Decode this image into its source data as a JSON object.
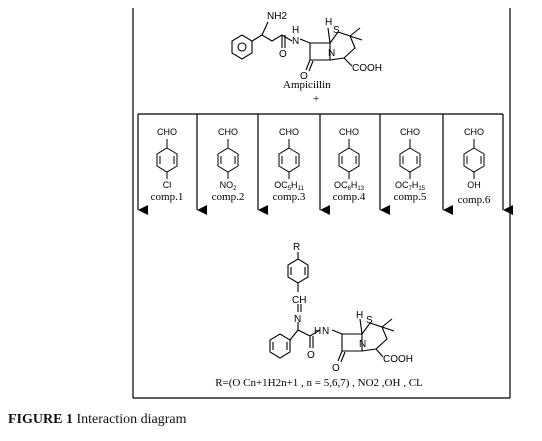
{
  "reactant": {
    "name": "Ampicillin",
    "plus": "+"
  },
  "ampicillin_atoms": {
    "amine": "NH2",
    "nh": "N",
    "h_nh": "H",
    "h_beta": "H",
    "sulfur": "S",
    "ring_n": "N",
    "oxygen_1": "O",
    "oxygen_2": "O",
    "acid": "COOH"
  },
  "aldehydes": [
    {
      "group": "CHO",
      "substituent": "Cl",
      "label": "comp.1"
    },
    {
      "group": "CHO",
      "substituent": "NO2",
      "label": "comp.2"
    },
    {
      "group": "CHO",
      "substituent": "OC5H11",
      "label": "comp.3"
    },
    {
      "group": "CHO",
      "substituent": "OC6H13",
      "label": "comp.4"
    },
    {
      "group": "CHO",
      "substituent": "OC7H15",
      "label": "comp.5"
    },
    {
      "group": "CHO",
      "substituent": "OH",
      "label": "comp.6"
    }
  ],
  "product_atoms": {
    "r": "R",
    "ch": "CH",
    "n_imine": "N",
    "nh": "N",
    "h_nh": "H",
    "h_beta": "H",
    "sulfur": "S",
    "ring_n": "N",
    "oxygen_1": "O",
    "oxygen_2": "O",
    "acid": "COOH"
  },
  "r_definition": "R=(O Cn+1H2n+1 , n = 5,6,7) , NO2 ,OH , CL",
  "caption": {
    "label": "FIGURE 1",
    "text": "Interaction diagram"
  }
}
